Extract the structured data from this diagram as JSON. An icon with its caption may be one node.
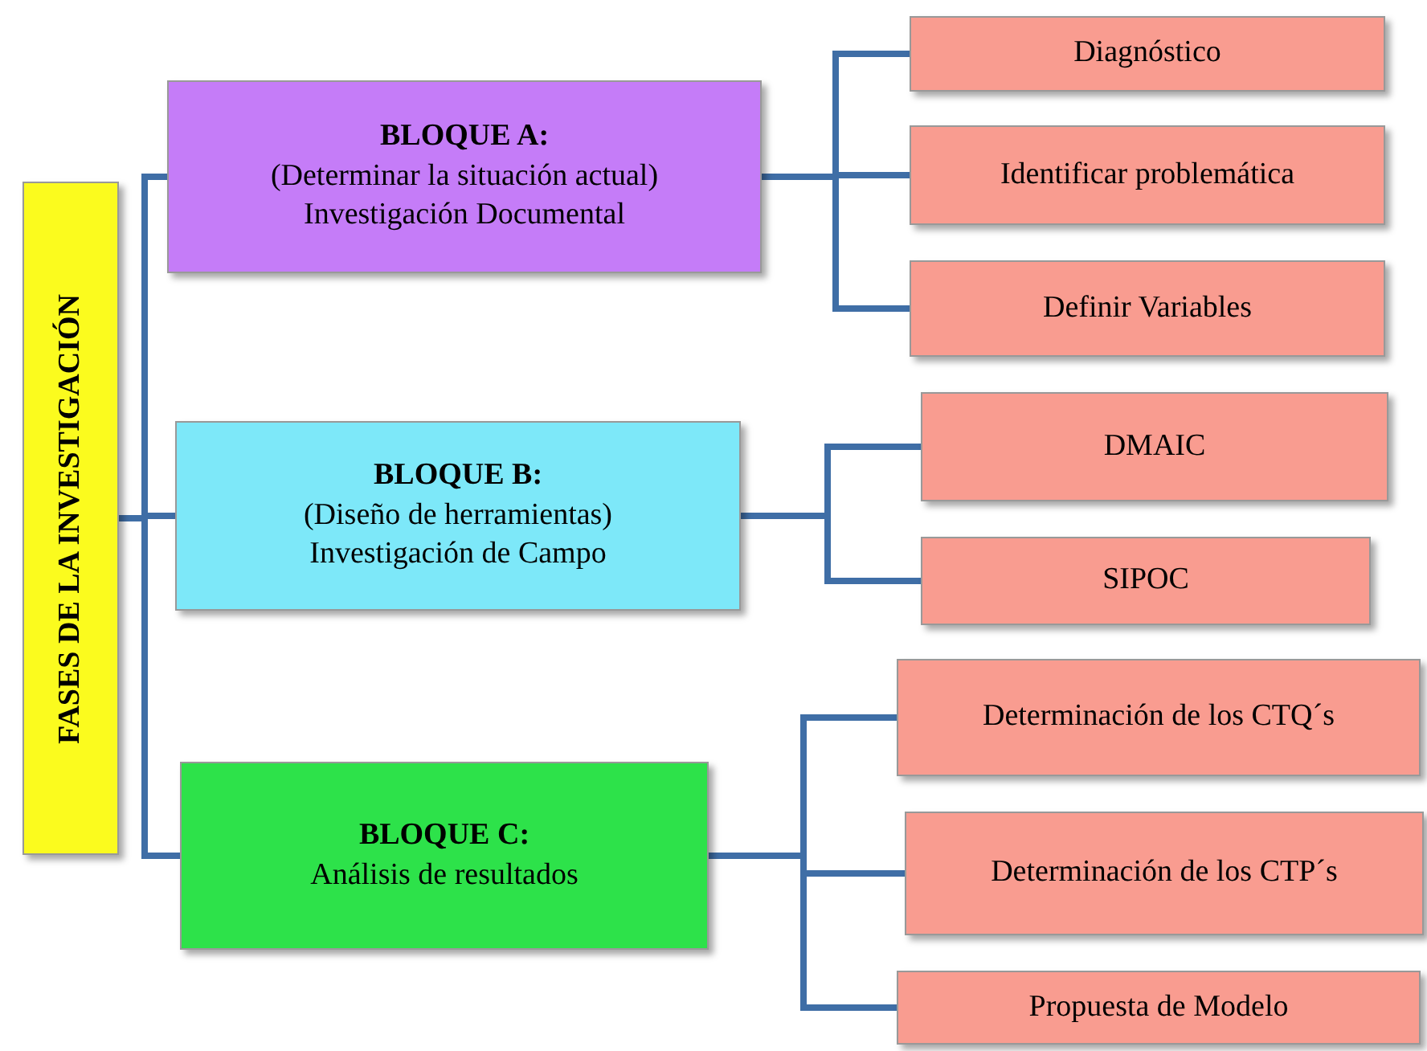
{
  "diagram": {
    "nodes": [
      {
        "text": [
          "FASES DE LA INVESTIGACIÓN"
        ]
      },
      {
        "text": [
          "BLOQUE A:",
          "(Determinar la situación actual)",
          "Investigación Documental"
        ]
      },
      {
        "text": [
          "BLOQUE B:",
          "(Diseño de herramientas)",
          "Investigación de Campo"
        ]
      },
      {
        "text": [
          "BLOQUE C:",
          "Análisis de resultados"
        ]
      },
      {
        "text": [
          "Diagnóstico"
        ]
      },
      {
        "text": [
          "Identificar problemática"
        ]
      },
      {
        "text": [
          "Definir Variables"
        ]
      },
      {
        "text": [
          "DMAIC"
        ]
      },
      {
        "text": [
          "SIPOC"
        ]
      },
      {
        "text": [
          "Determinación de los CTQ´s"
        ]
      },
      {
        "text": [
          "Determinación de los CTP´s"
        ]
      },
      {
        "text": [
          "Propuesta de Modelo"
        ]
      }
    ],
    "edges": [
      {
        "from": 0,
        "to": 1,
        "arrow": "none"
      },
      {
        "from": 0,
        "to": 2,
        "arrow": "none"
      },
      {
        "from": 0,
        "to": 3,
        "arrow": "none"
      },
      {
        "from": 1,
        "to": 4,
        "arrow": "none"
      },
      {
        "from": 1,
        "to": 5,
        "arrow": "none"
      },
      {
        "from": 1,
        "to": 6,
        "arrow": "none"
      },
      {
        "from": 2,
        "to": 7,
        "arrow": "none"
      },
      {
        "from": 2,
        "to": 8,
        "arrow": "none"
      },
      {
        "from": 3,
        "to": 9,
        "arrow": "none"
      },
      {
        "from": 3,
        "to": 10,
        "arrow": "none"
      },
      {
        "from": 3,
        "to": 11,
        "arrow": "none"
      }
    ]
  }
}
